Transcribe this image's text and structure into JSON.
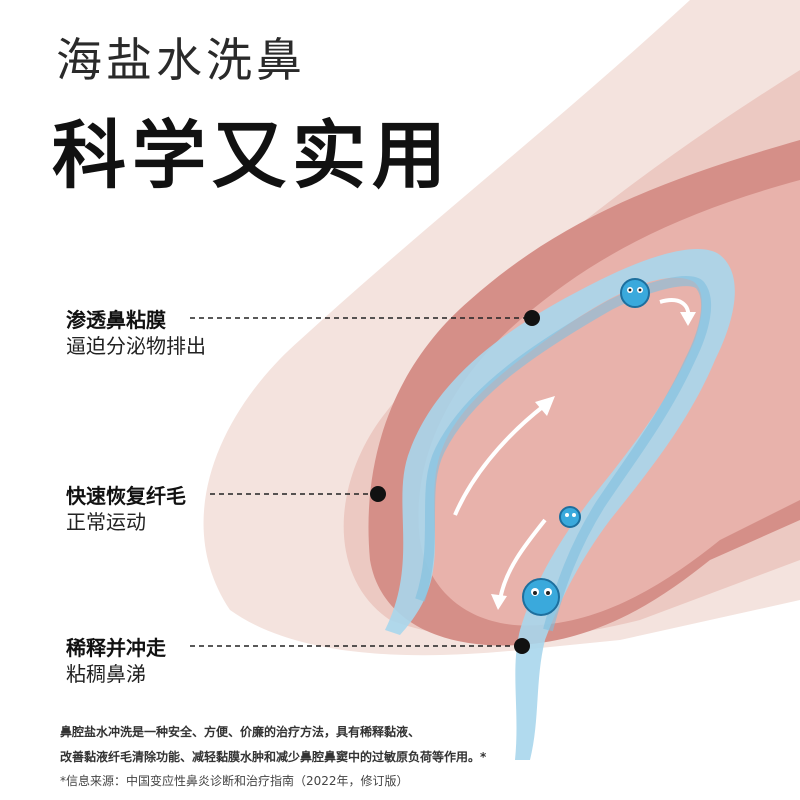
{
  "heading": {
    "line1": "海盐水洗鼻",
    "line2": "科学又实用"
  },
  "callouts": [
    {
      "title": "渗透鼻粘膜",
      "desc": "逼迫分泌物排出"
    },
    {
      "title": "快速恢复纤毛",
      "desc": "正常运动"
    },
    {
      "title": "稀释并冲走",
      "desc": "粘稠鼻涕"
    }
  ],
  "footnotes": {
    "line1": "鼻腔盐水冲洗是一种安全、方便、价廉的治疗方法，具有稀释黏液、",
    "line2": "改善黏液纤毛清除功能、减轻黏膜水肿和减少鼻腔鼻窦中的过敏原负荷等作用。*",
    "source": "*信息来源：中国变应性鼻炎诊断和治疗指南（2022年，修订版）"
  },
  "colors": {
    "skin_light": "#f4e3de",
    "skin_mid": "#ecc9c2",
    "cavity_dark": "#d58f88",
    "cavity_inner": "#e8b2ab",
    "water": "#a9d6ec",
    "water_dark": "#7fbfe0",
    "germ": "#3aa9dc"
  },
  "icons": [
    "germ-icon",
    "flow-arrow-icon"
  ]
}
